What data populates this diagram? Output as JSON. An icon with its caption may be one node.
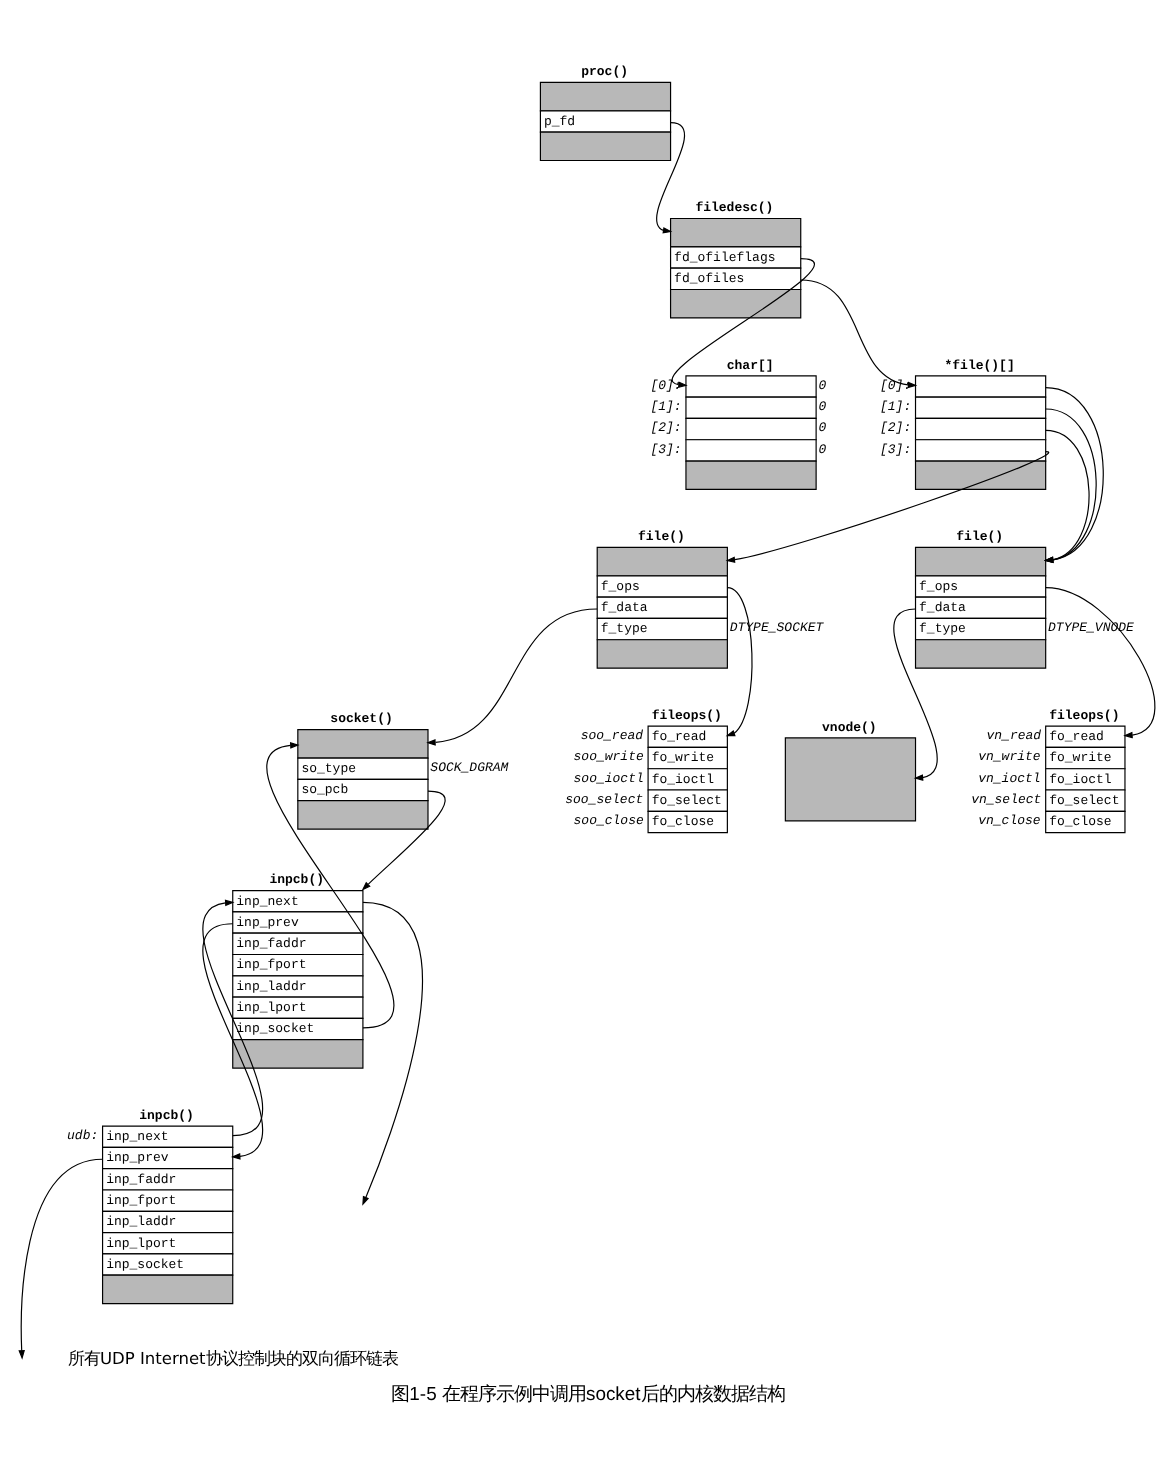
{
  "diagram": {
    "caption": "图1-5 在程序示例中调用socket后的内核数据结构",
    "nodes": [
      {
        "text": [
          "proc()",
          "p_fd"
        ]
      },
      {
        "text": [
          "filedesc()",
          "fd_ofileflags",
          "fd_ofiles"
        ]
      },
      {
        "text": [
          "char[]"
        ],
        "beside": [
          "[0]:",
          "[1]:",
          "[2]:",
          "[3]:",
          "0",
          "0",
          "0",
          "0"
        ]
      },
      {
        "text": [
          "*file()[]"
        ],
        "beside": [
          "[0]:",
          "[1]:",
          "[2]:",
          "[3]:"
        ]
      },
      {
        "text": [
          "fileops()",
          "fo_read",
          "fo_write",
          "fo_ioctl",
          "fo_select",
          "fo_close"
        ],
        "beside": [
          "soo_read",
          "soo_write",
          "soo_ioctl",
          "soo_select",
          "soo_close"
        ]
      },
      {
        "text": [
          "file()",
          "f_ops",
          "f_data",
          "f_type"
        ],
        "beside": [
          "DTYPE_SOCKET"
        ]
      },
      {
        "text": [
          "inpcb()",
          "inp_next",
          "inp_prev",
          "inp_faddr",
          "inp_fport",
          "inp_laddr",
          "inp_lport",
          "inp_socket"
        ],
        "beside": [
          "udb:"
        ]
      },
      {
        "text": [
          "inpcb()",
          "inp_next",
          "inp_prev",
          "inp_faddr",
          "inp_fport",
          "inp_laddr",
          "inp_lport",
          "inp_socket"
        ]
      },
      {
        "text": [
          "socket()",
          "so_type",
          "so_pcb"
        ],
        "beside": [
          "SOCK_DGRAM"
        ]
      },
      {
        "text": [
          "fileops()",
          "fo_read",
          "fo_write",
          "fo_ioctl",
          "fo_select",
          "fo_close"
        ],
        "beside": [
          "vn_read",
          "vn_write",
          "vn_ioctl",
          "vn_select",
          "vn_close"
        ]
      },
      {
        "text": [
          "file()",
          "f_ops",
          "f_data",
          "f_type"
        ],
        "beside": [
          "DTYPE_VNODE"
        ]
      },
      {
        "text": [
          "vnode()"
        ]
      }
    ],
    "edges": [
      {
        "from": 0,
        "to": 1,
        "arrow": "to"
      },
      {
        "from": 1,
        "to": 2,
        "arrow": "to"
      },
      {
        "from": 1,
        "to": 3,
        "arrow": "to"
      },
      {
        "from": 3,
        "to": 10,
        "arrow": "to"
      },
      {
        "from": 3,
        "to": 10,
        "arrow": "to"
      },
      {
        "from": 3,
        "to": 10,
        "arrow": "to"
      },
      {
        "from": 3,
        "to": 5,
        "arrow": "to"
      },
      {
        "from": 5,
        "to": 4,
        "arrow": "to"
      },
      {
        "from": 5,
        "to": 8,
        "arrow": "to"
      },
      {
        "from": 8,
        "to": 7,
        "arrow": "to"
      },
      {
        "from": 7,
        "to": 8,
        "arrow": "to"
      },
      {
        "from": 6,
        "to": 7,
        "arrow": "to"
      },
      {
        "from": 7,
        "to": 6,
        "arrow": "to"
      },
      {
        "from": 6,
        "to": null,
        "arrow": "to"
      },
      {
        "from": 7,
        "to": null,
        "arrow": "to"
      },
      {
        "from": 10,
        "to": 9,
        "arrow": "to"
      },
      {
        "from": 10,
        "to": 11,
        "arrow": "to"
      }
    ],
    "labels": [
      "所有UDP Internet协议控制块的双向循环链表"
    ]
  }
}
